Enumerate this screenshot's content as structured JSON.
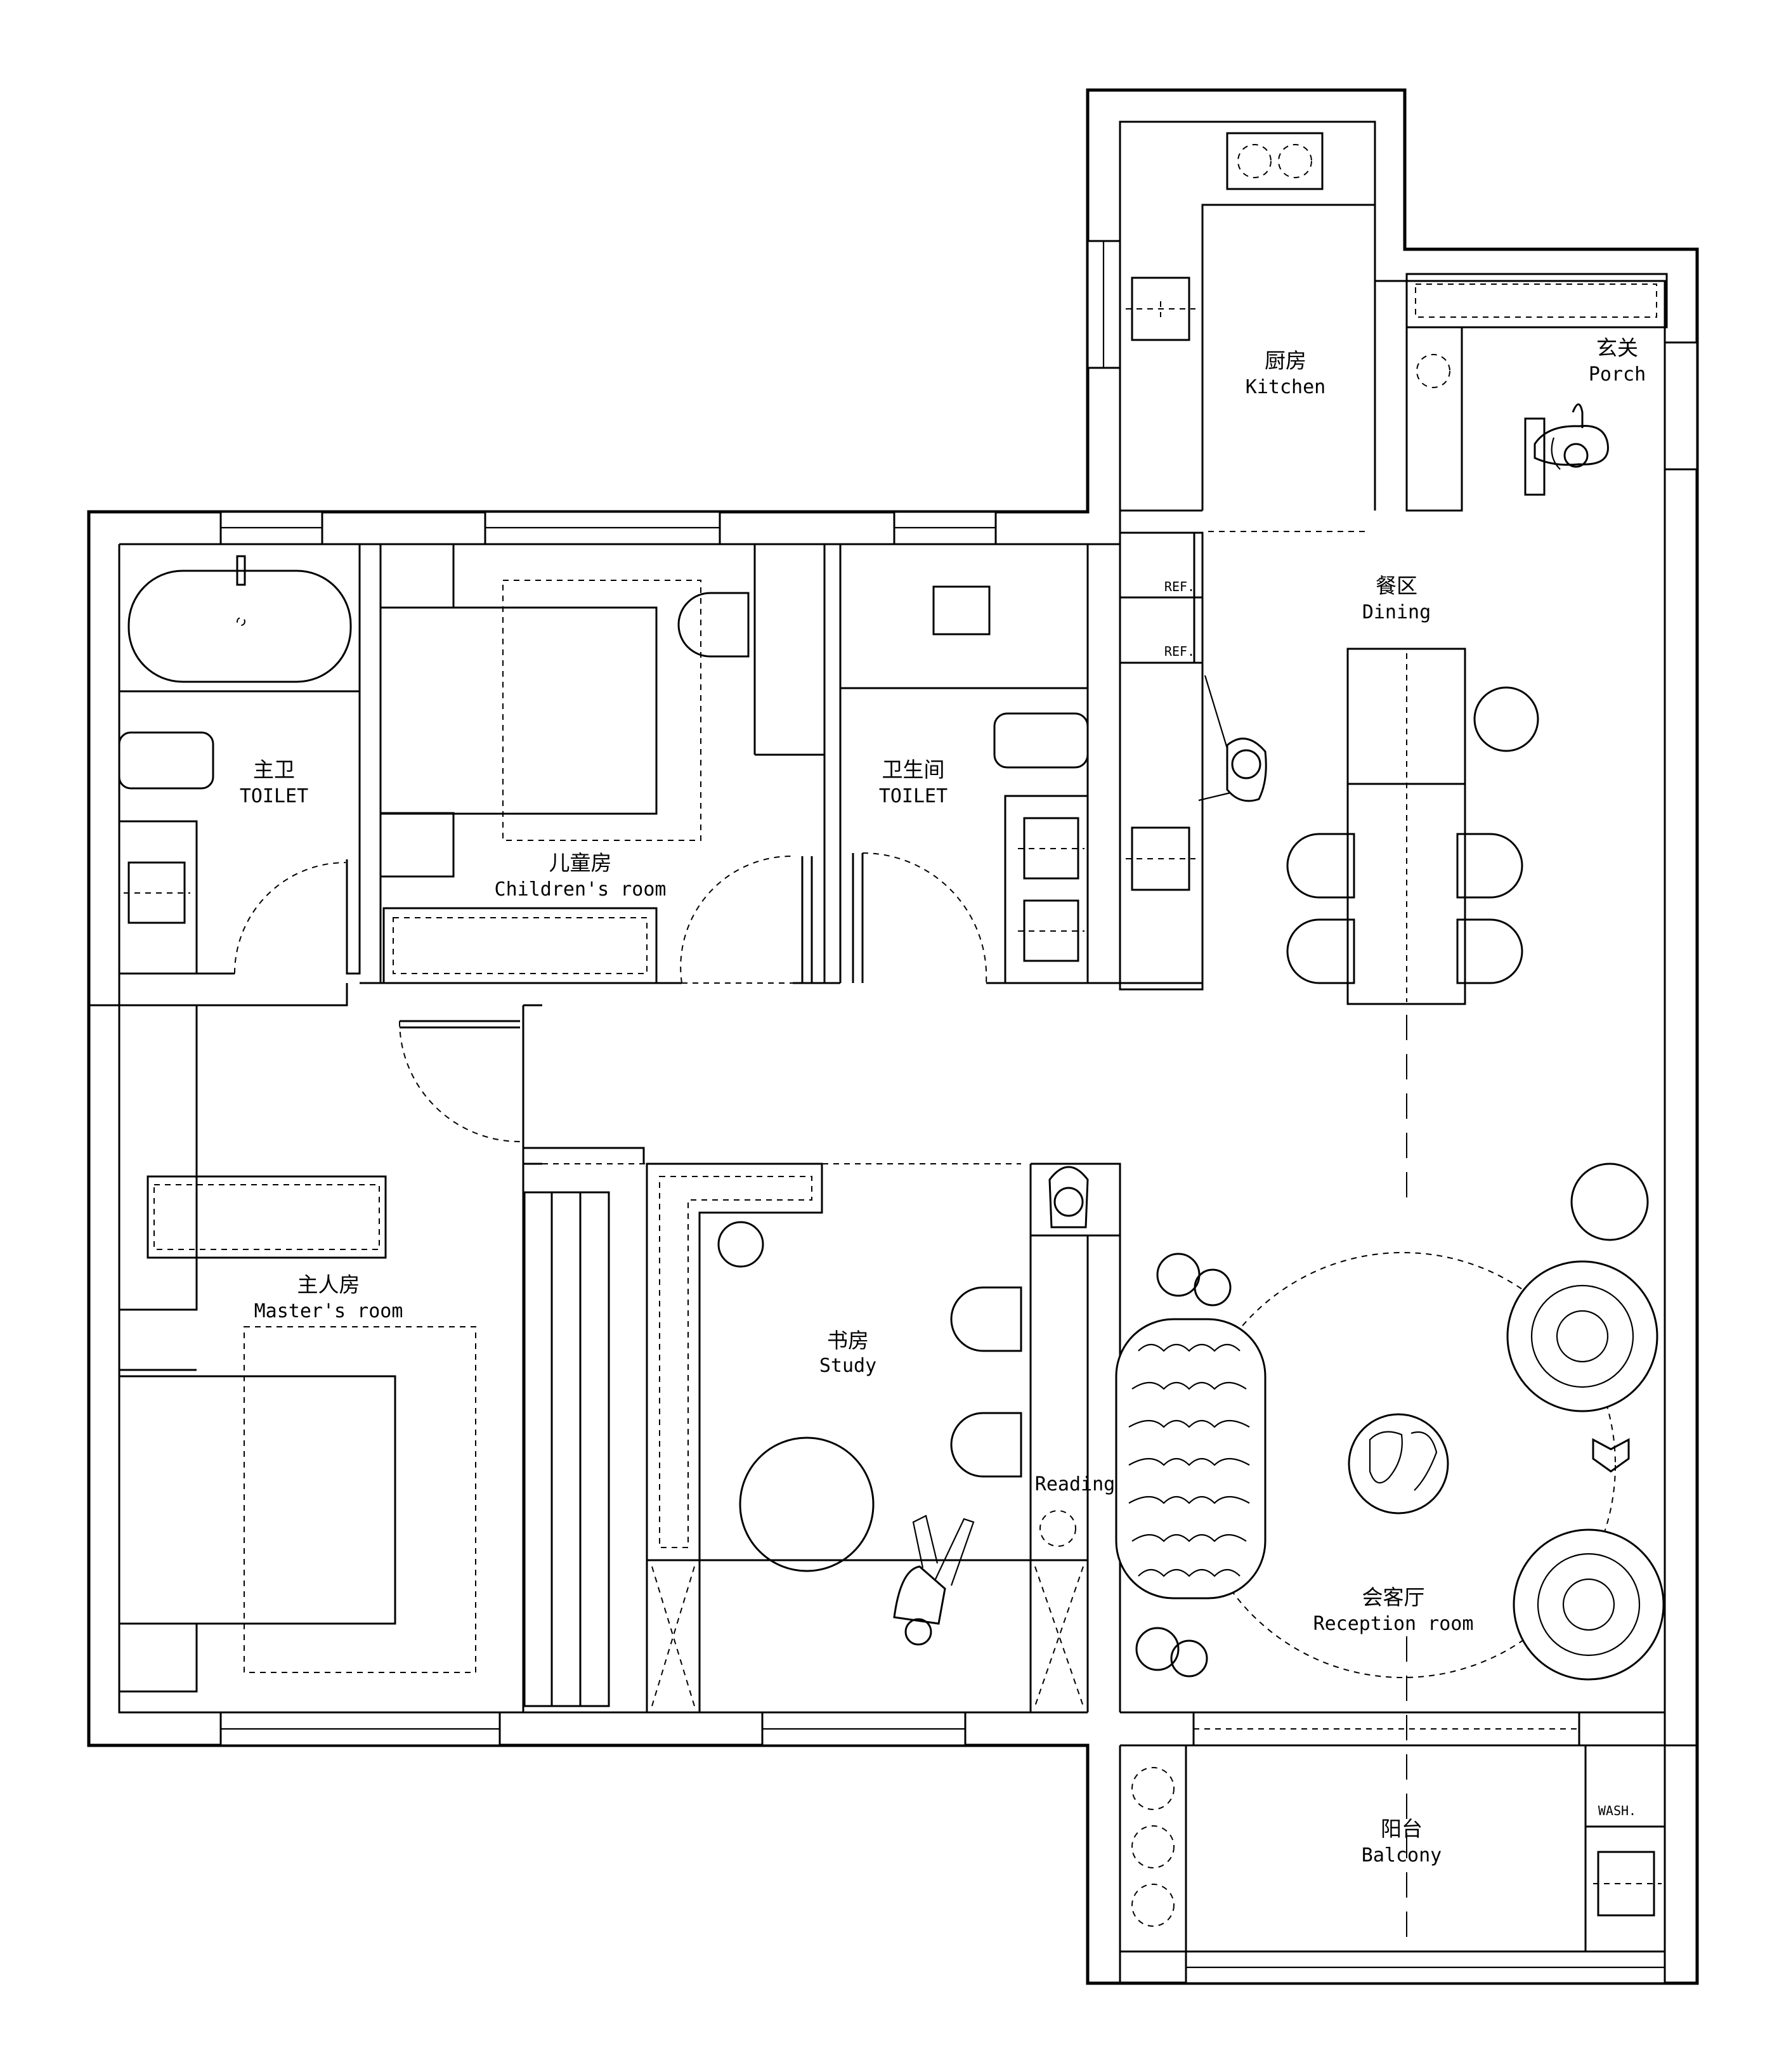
{
  "rooms": {
    "kitchen": {
      "cn": "厨房",
      "en": "Kitchen"
    },
    "porch": {
      "cn": "玄关",
      "en": "Porch"
    },
    "dining": {
      "cn": "餐区",
      "en": "Dining"
    },
    "master_toilet": {
      "cn": "主卫",
      "en": "TOILET"
    },
    "childrens_room": {
      "cn": "儿童房",
      "en": "Children's room"
    },
    "toilet": {
      "cn": "卫生间",
      "en": "TOILET"
    },
    "masters_room": {
      "cn": "主人房",
      "en": "Master's room"
    },
    "study": {
      "cn": "书房",
      "en": "Study"
    },
    "reading": {
      "en": "Reading"
    },
    "reception_room": {
      "cn": "会客厅",
      "en": "Reception room"
    },
    "balcony": {
      "cn": "阳台",
      "en": "Balcony"
    }
  },
  "fixtures": {
    "ref_1": "REF.",
    "ref_2": "REF.",
    "wash": "WASH."
  }
}
